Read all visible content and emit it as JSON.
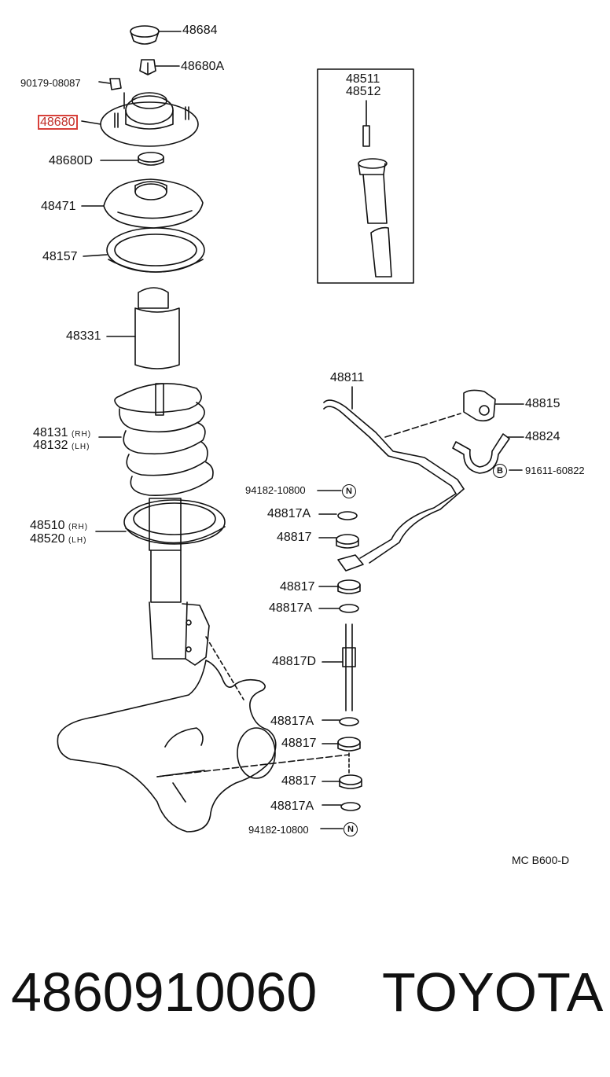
{
  "labels": {
    "p48684": "48684",
    "p48680A": "48680A",
    "p90179": "90179-08087",
    "p48680": "48680",
    "p48680D": "48680D",
    "p48471": "48471",
    "p48157": "48157",
    "p48331": "48331",
    "p48131": "48131",
    "p48132": "48132",
    "rh": "(RH)",
    "lh": "(LH)",
    "p48510": "48510",
    "p48520": "48520",
    "p48511": "48511",
    "p48512": "48512",
    "p48811": "48811",
    "p48815": "48815",
    "p48824": "48824",
    "p91611": "91611-60822",
    "p94182a": "94182-10800",
    "p48817Aa": "48817A",
    "p48817a": "48817",
    "p48817b": "48817",
    "p48817Ab": "48817A",
    "p48817D": "48817D",
    "p48817Ac": "48817A",
    "p48817c": "48817",
    "p48817d": "48817",
    "p48817Ad": "48817A",
    "p94182b": "94182-10800",
    "circle_n": "N",
    "circle_b": "B"
  },
  "diagram_code": "MC  B600-D",
  "footer": {
    "part_number": "4860910060",
    "brand": "TOYOTA"
  },
  "highlight_color": "#d8403a"
}
